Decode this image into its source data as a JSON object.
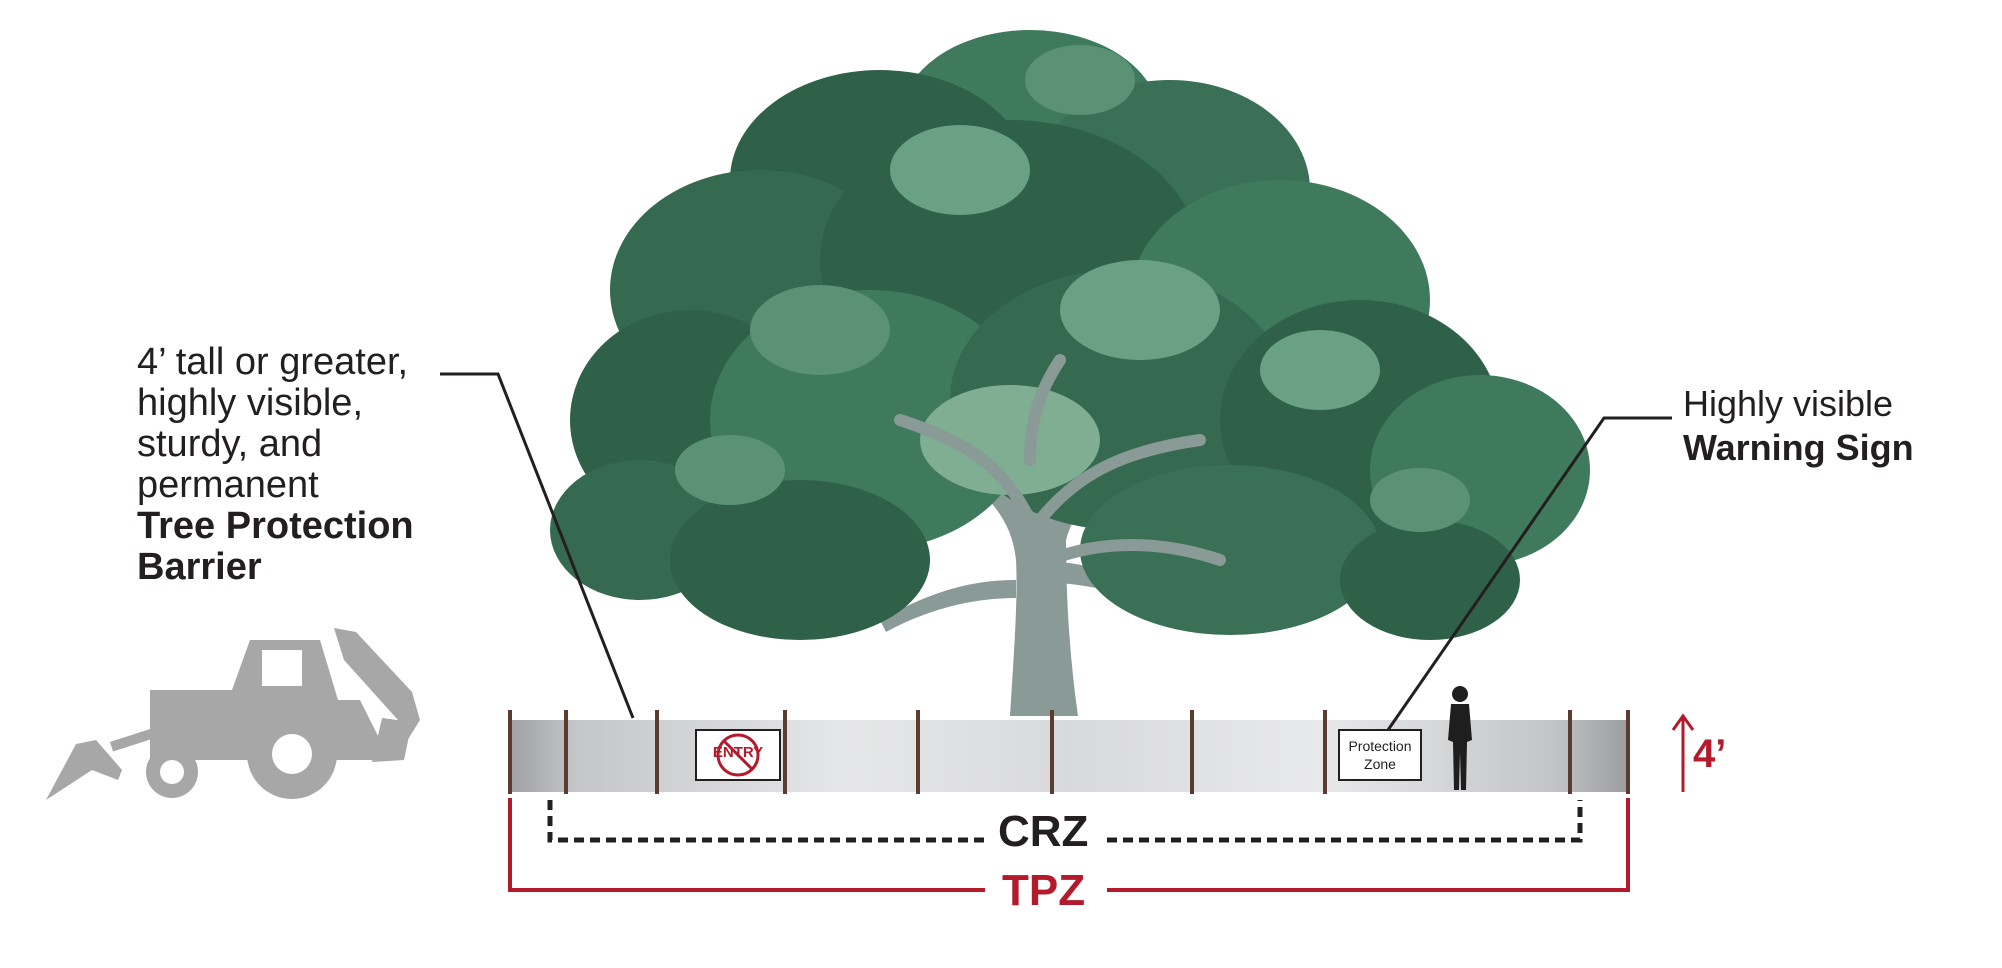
{
  "labels": {
    "barrier": {
      "line1": "4’ tall or greater,",
      "line2": "highly visible,",
      "line3": "sturdy, and",
      "line4": "permanent",
      "bold1": "Tree Protection",
      "bold2": "Barrier"
    },
    "sign": {
      "line1": "Highly visible",
      "bold": "Warning Sign"
    },
    "crz": "CRZ",
    "tpz": "TPZ",
    "height": "4’"
  },
  "signs": {
    "entry": "ENTRY",
    "zone_line1": "Protection",
    "zone_line2": "Zone"
  },
  "colors": {
    "accent_red": "#b31b2c",
    "text_dark": "#231f20",
    "foliage_dark": "#2f6048",
    "foliage_mid": "#3f7a5c",
    "foliage_light": "#6aa083",
    "trunk": "#8a9a96",
    "backhoe_grey": "#a7a7a7",
    "fence_grey": "#cfd1d3"
  },
  "icons": [
    "backhoe-icon",
    "no-entry-sign-icon",
    "person-silhouette-icon",
    "up-arrow-icon",
    "tree-icon"
  ]
}
